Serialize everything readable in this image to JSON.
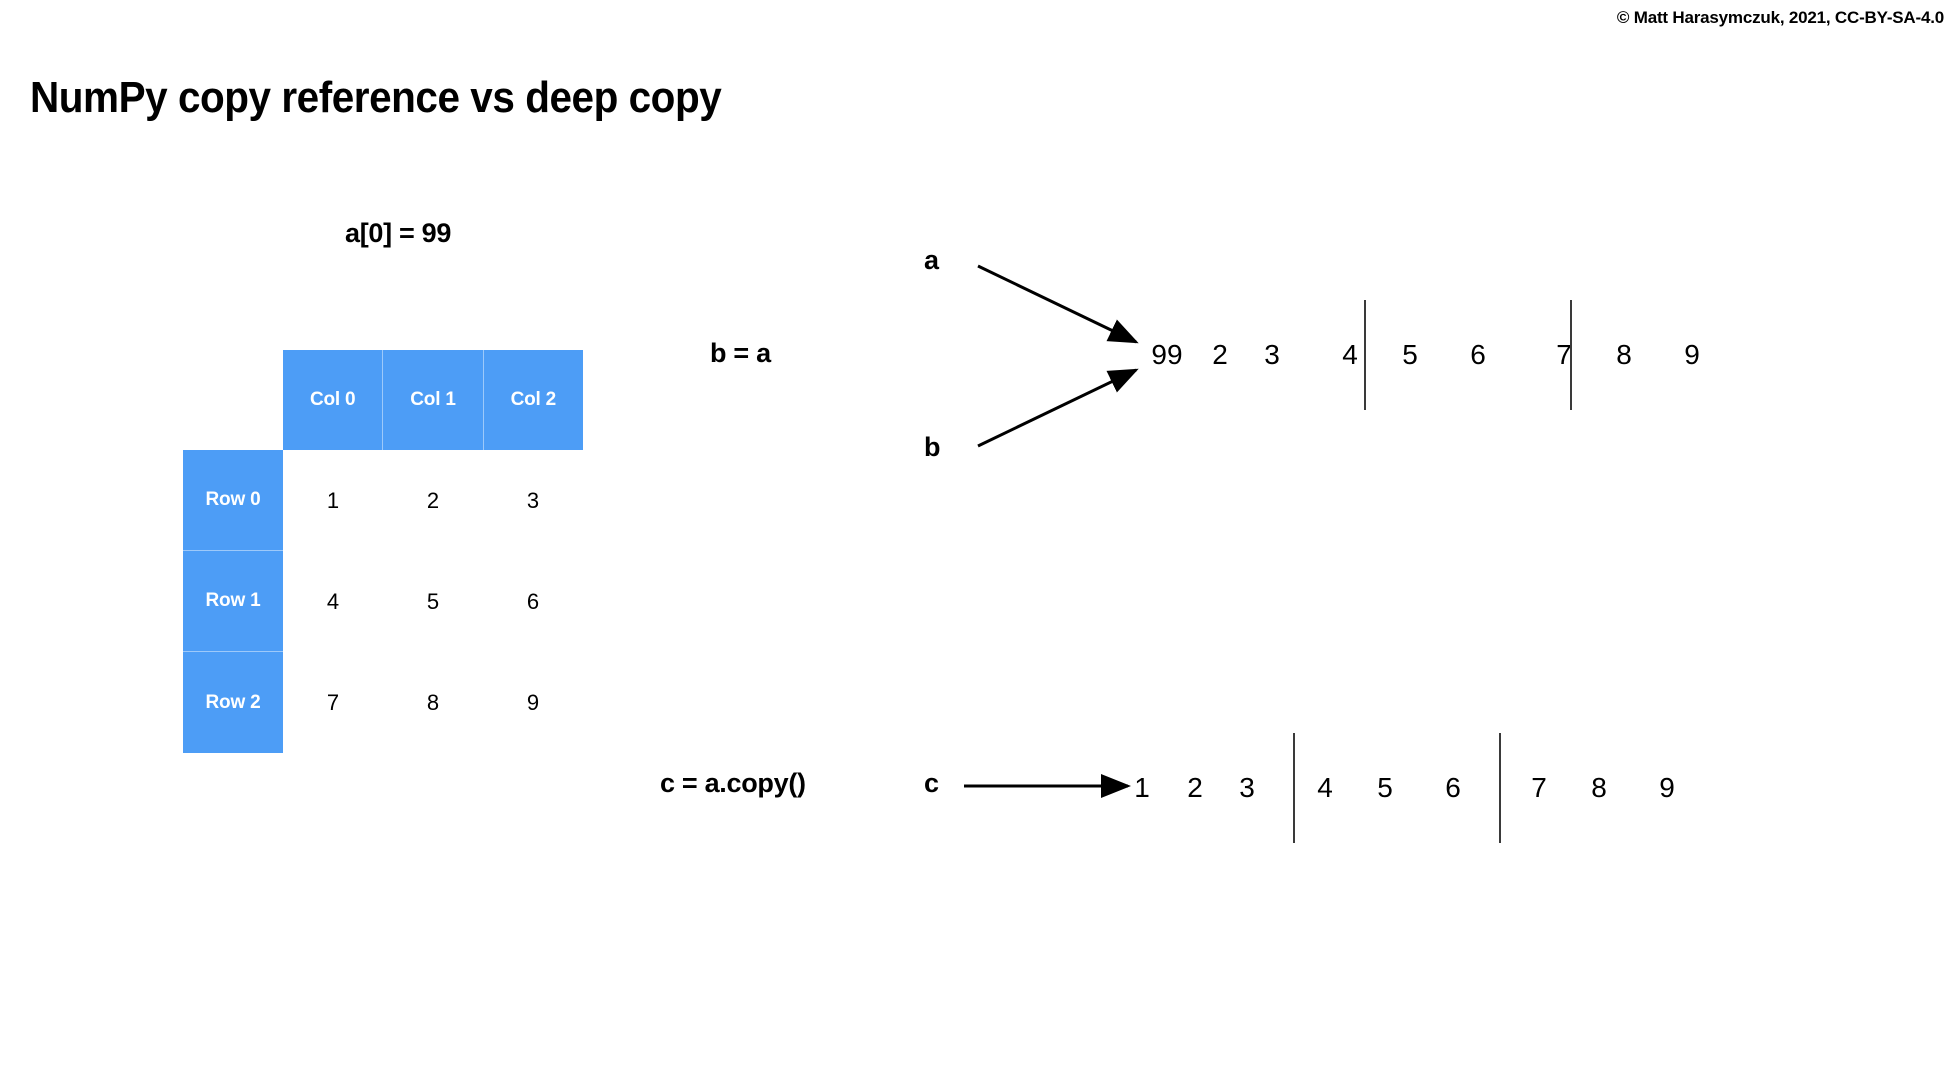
{
  "copyright": "© Matt Harasymczuk, 2021, CC-BY-SA-4.0",
  "title": "NumPy copy reference vs deep copy",
  "matrix": {
    "caption": "a[0] = 99",
    "corner_label": "",
    "column_headers": [
      "Col 0",
      "Col 1",
      "Col 2"
    ],
    "row_headers": [
      "Row 0",
      "Row 1",
      "Row 2"
    ],
    "rows": [
      [
        "1",
        "2",
        "3"
      ],
      [
        "4",
        "5",
        "6"
      ],
      [
        "7",
        "8",
        "9"
      ]
    ],
    "header_color": "#4d9df6",
    "header_text_color": "#ffffff"
  },
  "reference_diagram": {
    "equation": "b = a",
    "source_labels": [
      "a",
      "b"
    ],
    "arrow_icon": "arrow-right-icon",
    "array_values": [
      "99",
      "2",
      "3",
      "4",
      "5",
      "6",
      "7",
      "8",
      "9"
    ],
    "group_size": 3,
    "separator_icon": "vertical-divider"
  },
  "copy_diagram": {
    "equation": "c = a.copy()",
    "source_labels": [
      "c"
    ],
    "arrow_icon": "arrow-right-icon",
    "array_values": [
      "1",
      "2",
      "3",
      "4",
      "5",
      "6",
      "7",
      "8",
      "9"
    ],
    "group_size": 3,
    "separator_icon": "vertical-divider"
  }
}
